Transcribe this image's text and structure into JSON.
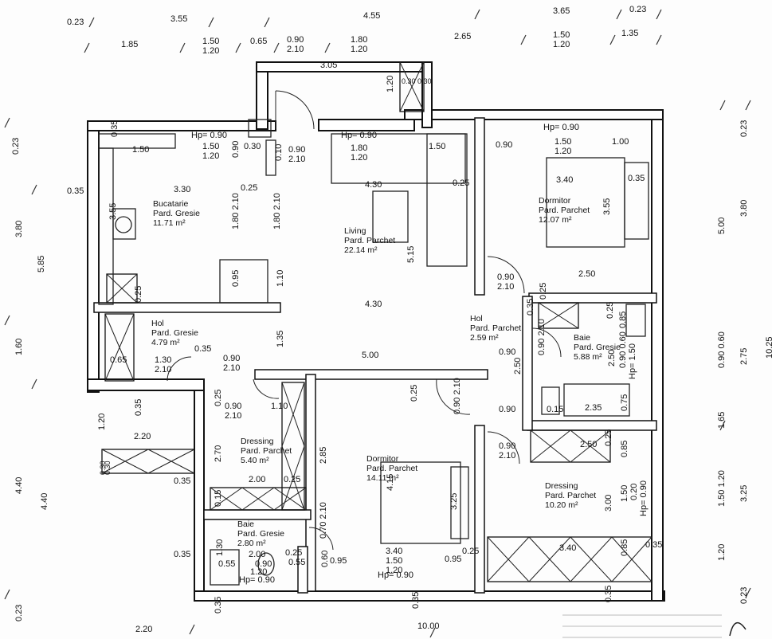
{
  "rooms": {
    "bucatarie": {
      "name": "Bucatarie",
      "floor": "Pard. Gresie",
      "area": "11.71 m²"
    },
    "living": {
      "name": "Living",
      "floor": "Pard. Parchet",
      "area": "22.14 m²"
    },
    "dormitor1": {
      "name": "Dormitor",
      "floor": "Pard. Parchet",
      "area": "12.07 m²"
    },
    "hol1": {
      "name": "Hol",
      "floor": "Pard. Gresie",
      "area": "4.79 m²"
    },
    "hol2": {
      "name": "Hol",
      "floor": "Pard. Parchet",
      "area": "2.59 m²"
    },
    "baie1": {
      "name": "Baie",
      "floor": "Pard. Gresie",
      "area": "5.88 m²"
    },
    "dressing1": {
      "name": "Dressing",
      "floor": "Pard. Parchet",
      "area": "5.40 m²"
    },
    "dormitor2": {
      "name": "Dormitor",
      "floor": "Pard. Parchet",
      "area": "14.11 m²"
    },
    "dressing2": {
      "name": "Dressing",
      "floor": "Pard. Parchet",
      "area": "10.20 m²"
    },
    "baie2": {
      "name": "Baie",
      "floor": "Pard. Gresie",
      "area": "2.80 m²"
    }
  },
  "top_dims": {
    "d1": "0.23",
    "d2": "3.55",
    "d3": "4.55",
    "d4": "3.65",
    "d5": "0.23",
    "d6": "1.85",
    "d7": "1.50\n1.20",
    "d8": "0.65",
    "d9": "0.90\n2.10",
    "d10": "1.80\n1.20",
    "d11": "2.65",
    "d12": "1.50\n1.20",
    "d13": "1.35"
  },
  "left_dims": {
    "a": "0.23",
    "b": "3.80",
    "c": "5.85",
    "d": "1.60",
    "e": "4.40",
    "f": "4.40",
    "g": "0.23"
  },
  "right_dims": {
    "a": "0.23",
    "b": "3.80",
    "c": "5.00",
    "d": "10.25",
    "e": "2.75",
    "f": "0.90\n0.60",
    "g": "1.65",
    "h": "3.25",
    "i": "1.50\n1.20",
    "j": "1.20",
    "k": "0.23"
  },
  "bottom_dims": {
    "a": "2.20",
    "b": "10.00"
  },
  "labels": {
    "hp1": "Hp= 0.90",
    "hp2": "Hp= 0.90",
    "hp3": "Hp= 0.90",
    "hp4": "Hp= 0.90",
    "hp5": "Hp= 0.90",
    "hp6": "Hp= 1.50",
    "hp7": "Hp= 0.90",
    "l305": "3.05",
    "l120a": "1.20",
    "l030a": "0.30",
    "l030b": "0.30",
    "l035a": "0.35",
    "l150a": "1.50",
    "l150b": "1.50\n1.20",
    "l090a": "0.90",
    "l030c": "0.30",
    "l010": "0.10",
    "l0535": "0.90\n2.10",
    "l180b": "1.80\n1.20",
    "l150c": "1.50",
    "l090b": "0.90",
    "l150d": "1.50\n1.20",
    "l100": "1.00",
    "l330": "3.30",
    "l025a": "0.25",
    "l430a": "4.30",
    "l025b": "0.25",
    "l340a": "3.40",
    "l035b": "0.35",
    "l355a": "3.55",
    "l355b": "3.55",
    "l180c": "1.80\n2.10",
    "l180d": "1.80\n2.10",
    "l515": "5.15",
    "l035c": "0.35",
    "l095a": "0.95",
    "l110": "1.10",
    "l090c": "0.90\n2.10",
    "l250a": "2.50",
    "l025c": "0.25",
    "l430b": "4.30",
    "l065": "0.65",
    "l130": "1.30\n2.10",
    "l035d": "0.35",
    "l090d": "0.90\n2.10",
    "l135": "1.35",
    "l500": "5.00",
    "l025d": "0.25",
    "l085": "0.85",
    "l025e": "0.25",
    "l090e": "0.90\n2.10",
    "l090f": "0.90",
    "l250b": "2.50",
    "l250c": "2.50",
    "l090g": "0.90\n0.60",
    "l035e": "0.35",
    "l025f": "0.25",
    "l090h": "0.90\n2.10",
    "l110b": "1.10",
    "l015a": "0.15",
    "l235": "2.35",
    "l075": "0.75",
    "l090i": "0.90",
    "l120b": "1.20",
    "l220": "2.20",
    "l030d": "0.30",
    "l030e": "0.30",
    "l035f": "0.35",
    "l270": "2.70",
    "l285": "2.85",
    "l090j": "0.90\n2.10",
    "l250d": "2.50",
    "l025g": "0.25",
    "l085b": "0.85",
    "l200a": "2.00",
    "l025h": "0.25",
    "l015b": "0.15",
    "l415": "4.15",
    "l325": "3.25",
    "l300": "3.00",
    "l150e": "1.50",
    "l020": "0.20",
    "l035g": "0.35",
    "l130b": "1.30",
    "l070": "0.70\n2.10",
    "l200b": "2.00",
    "l090k": "0.90",
    "l025i": "0.25",
    "l055": "0.55",
    "l055b": "0.55",
    "l120c": "1.20",
    "l060": "0.60",
    "l095b": "0.95",
    "l340b": "3.40\n1.50\n1.20",
    "l025j": "0.25",
    "l095c": "0.95",
    "l340c": "3.40",
    "l085c": "0.85",
    "l035h": "0.35",
    "l035i": "0.35",
    "l035j": "0.35",
    "l035k": "0.35"
  }
}
